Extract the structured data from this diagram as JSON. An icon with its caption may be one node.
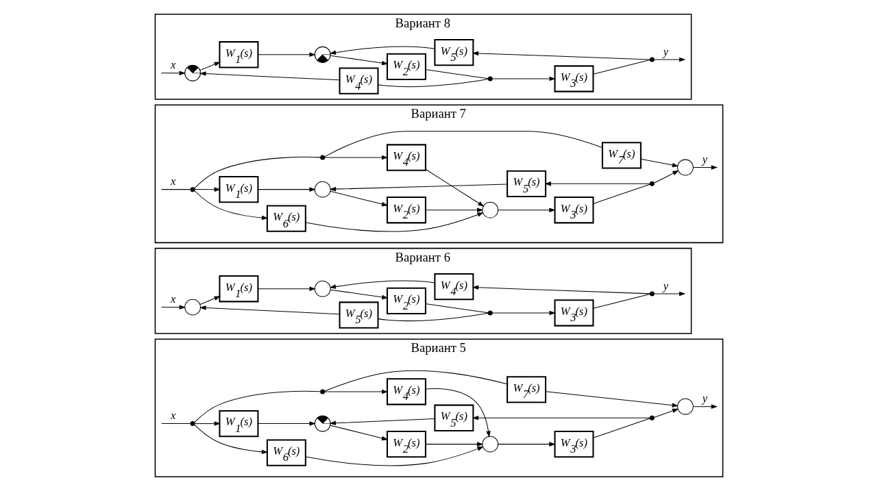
{
  "diagram": {
    "nodes": [
      {
        "text": [
          "Вариант 5"
        ]
      },
      {
        "text": [
          "W$_{6}$(s)"
        ],
        "in": 0
      },
      {
        "text": [
          "W$_{5}$(s)"
        ],
        "in": 0
      },
      {
        "text": [],
        "shape": "dot",
        "in": 0
      },
      {
        "text": [
          "W$_{1}$(s)"
        ],
        "in": 0
      },
      {
        "text": [],
        "shape": "circle",
        "in": 0
      },
      {
        "text": [
          "W$_{2}$(s)"
        ],
        "in": 0
      },
      {
        "text": [],
        "shape": "circle",
        "in": 0
      },
      {
        "text": [
          "W$_{3}$(s)"
        ],
        "in": 0
      },
      {
        "text": [],
        "shape": "dot",
        "in": 0
      },
      {
        "text": [],
        "shape": "circle",
        "in": 0
      },
      {
        "text": [],
        "shape": "dot",
        "in": 0
      },
      {
        "text": [
          "W$_{4}$(s)"
        ],
        "in": 0
      },
      {
        "text": [
          "W$_{7}$(s)"
        ],
        "in": 0
      },
      {
        "text": [
          "Вариант 6"
        ]
      },
      {
        "text": [
          "W$_{5}$(s)"
        ],
        "in": 14
      },
      {
        "text": [],
        "shape": "circle",
        "in": 14
      },
      {
        "text": [
          "W$_{1}$(s)"
        ],
        "in": 14
      },
      {
        "text": [],
        "shape": "circle",
        "in": 14
      },
      {
        "text": [
          "W$_{2}$(s)"
        ],
        "in": 14
      },
      {
        "text": [],
        "shape": "dot",
        "in": 14
      },
      {
        "text": [
          "W$_{3}$(s)"
        ],
        "in": 14
      },
      {
        "text": [],
        "shape": "dot",
        "in": 14
      },
      {
        "text": [
          "W$_{4}$(s)"
        ],
        "in": 14
      },
      {
        "text": [
          "Вариант 7"
        ]
      },
      {
        "text": [
          "W$_{6}$(s)"
        ],
        "in": 24
      },
      {
        "text": [
          "W$_{5}$(s)"
        ],
        "in": 24
      },
      {
        "text": [],
        "shape": "dot",
        "in": 24
      },
      {
        "text": [
          "W$_{1}$(s)"
        ],
        "in": 24
      },
      {
        "text": [],
        "shape": "circle",
        "in": 24
      },
      {
        "text": [
          "W$_{2}$(s)"
        ],
        "in": 24
      },
      {
        "text": [],
        "shape": "circle",
        "in": 24
      },
      {
        "text": [
          "W$_{3}$(s)"
        ],
        "in": 24
      },
      {
        "text": [],
        "shape": "dot",
        "in": 24
      },
      {
        "text": [],
        "shape": "circle",
        "in": 24
      },
      {
        "text": [],
        "shape": "dot",
        "in": 24
      },
      {
        "text": [
          "W$_{4}$(s)"
        ],
        "in": 24
      },
      {
        "text": [
          "W$_{7}$(s)"
        ],
        "in": 24
      },
      {
        "text": [
          "Вариант 8"
        ]
      },
      {
        "text": [
          "W$_{4}$(s)"
        ],
        "in": 38
      },
      {
        "text": [],
        "shape": "circle",
        "in": 38
      },
      {
        "text": [
          "W$_{1}$(s)"
        ],
        "in": 38
      },
      {
        "text": [],
        "shape": "circle",
        "in": 38
      },
      {
        "text": [
          "W$_{2}$(s)"
        ],
        "in": 38
      },
      {
        "text": [],
        "shape": "dot",
        "in": 38
      },
      {
        "text": [
          "W$_{3}$(s)"
        ],
        "in": 38
      },
      {
        "text": [],
        "shape": "dot",
        "in": 38
      },
      {
        "text": [
          "W$_{5}$(s)"
        ],
        "in": 38
      }
    ],
    "edges": [
      {
        "from": null,
        "to": 3,
        "arrow": "none",
        "label": "x"
      },
      {
        "from": 3,
        "to": 4,
        "arrow": "to"
      },
      {
        "from": 3,
        "to": 1,
        "arrow": "to"
      },
      {
        "from": 3,
        "to": 11,
        "arrow": "none"
      },
      {
        "from": 11,
        "to": 12,
        "arrow": "to"
      },
      {
        "from": 11,
        "to": 13,
        "arrow": "none"
      },
      {
        "from": 4,
        "to": 5,
        "arrow": "to"
      },
      {
        "from": 2,
        "to": 5,
        "arrow": "to"
      },
      {
        "from": 5,
        "to": 6,
        "arrow": "to"
      },
      {
        "from": 6,
        "to": 7,
        "arrow": "to"
      },
      {
        "from": 1,
        "to": 7,
        "arrow": "to"
      },
      {
        "from": 12,
        "to": 7,
        "arrow": "to"
      },
      {
        "from": 7,
        "to": 8,
        "arrow": "to"
      },
      {
        "from": 8,
        "to": 9,
        "arrow": "none"
      },
      {
        "from": 9,
        "to": 2,
        "arrow": "to"
      },
      {
        "from": 9,
        "to": 10,
        "arrow": "to"
      },
      {
        "from": 13,
        "to": 10,
        "arrow": "to"
      },
      {
        "from": 10,
        "to": null,
        "arrow": "to",
        "label": "y"
      },
      {
        "from": null,
        "to": 16,
        "arrow": "to",
        "label": "x"
      },
      {
        "from": 15,
        "to": 16,
        "arrow": "to"
      },
      {
        "from": 16,
        "to": 17,
        "arrow": "to"
      },
      {
        "from": 17,
        "to": 18,
        "arrow": "to"
      },
      {
        "from": 18,
        "to": 19,
        "arrow": "to"
      },
      {
        "from": 19,
        "to": 20,
        "arrow": "none"
      },
      {
        "from": 20,
        "to": 21,
        "arrow": "to"
      },
      {
        "from": 20,
        "to": 15,
        "arrow": "none"
      },
      {
        "from": 21,
        "to": 22,
        "arrow": "none"
      },
      {
        "from": 22,
        "to": null,
        "arrow": "to",
        "label": "y"
      },
      {
        "from": 22,
        "to": 23,
        "arrow": "to"
      },
      {
        "from": 23,
        "to": 18,
        "arrow": "to"
      },
      {
        "from": null,
        "to": 27,
        "arrow": "none",
        "label": "x"
      },
      {
        "from": 27,
        "to": 28,
        "arrow": "to"
      },
      {
        "from": 27,
        "to": 25,
        "arrow": "to"
      },
      {
        "from": 27,
        "to": 35,
        "arrow": "none"
      },
      {
        "from": 35,
        "to": 36,
        "arrow": "to"
      },
      {
        "from": 35,
        "to": 37,
        "arrow": "none"
      },
      {
        "from": 28,
        "to": 29,
        "arrow": "to"
      },
      {
        "from": 26,
        "to": 29,
        "arrow": "to"
      },
      {
        "from": 29,
        "to": 30,
        "arrow": "to"
      },
      {
        "from": 30,
        "to": 31,
        "arrow": "to"
      },
      {
        "from": 25,
        "to": 31,
        "arrow": "to"
      },
      {
        "from": 36,
        "to": 31,
        "arrow": "to"
      },
      {
        "from": 31,
        "to": 32,
        "arrow": "to"
      },
      {
        "from": 32,
        "to": 33,
        "arrow": "none"
      },
      {
        "from": 33,
        "to": 26,
        "arrow": "to"
      },
      {
        "from": 33,
        "to": 34,
        "arrow": "to"
      },
      {
        "from": 37,
        "to": 34,
        "arrow": "to"
      },
      {
        "from": 34,
        "to": null,
        "arrow": "to",
        "label": "y"
      },
      {
        "from": null,
        "to": 40,
        "arrow": "to",
        "label": "x"
      },
      {
        "from": 39,
        "to": 40,
        "arrow": "to"
      },
      {
        "from": 40,
        "to": 41,
        "arrow": "to"
      },
      {
        "from": 41,
        "to": 42,
        "arrow": "to"
      },
      {
        "from": 42,
        "to": 43,
        "arrow": "to"
      },
      {
        "from": 43,
        "to": 44,
        "arrow": "none"
      },
      {
        "from": 44,
        "to": 45,
        "arrow": "to"
      },
      {
        "from": 44,
        "to": 39,
        "arrow": "none"
      },
      {
        "from": 45,
        "to": 46,
        "arrow": "none"
      },
      {
        "from": 46,
        "to": null,
        "arrow": "to",
        "label": "y"
      },
      {
        "from": 46,
        "to": 47,
        "arrow": "to"
      },
      {
        "from": 47,
        "to": 42,
        "arrow": "to"
      }
    ]
  }
}
